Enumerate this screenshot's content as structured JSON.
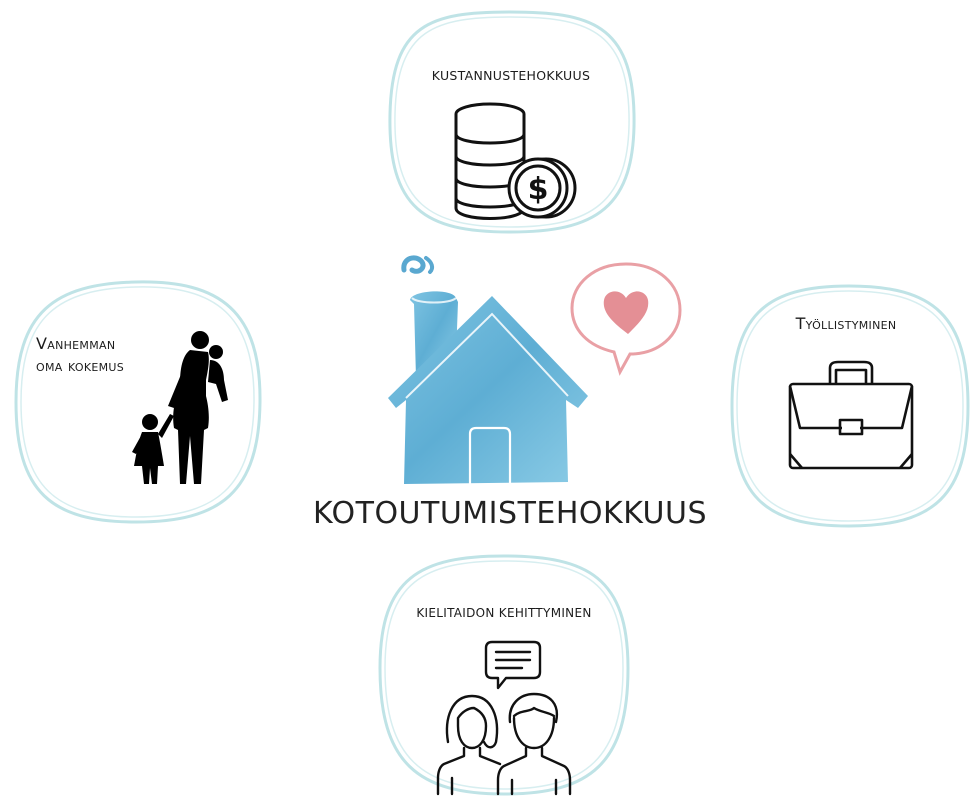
{
  "diagram": {
    "center_title": "KOTOUTUMISTEHOKKUUS",
    "nodes": {
      "top": {
        "label": "KUSTANNUSTEHOKKUUS",
        "icon": "coins-dollar-icon"
      },
      "left": {
        "label_line1": "Vanhemman",
        "label_line2": "oma kokemus",
        "icon": "parent-children-silhouette-icon"
      },
      "right": {
        "label": "Työllistyminen",
        "icon": "briefcase-icon"
      },
      "bottom": {
        "label": "KIELITAIDON KEHITTYMINEN",
        "icon": "people-speech-icon"
      }
    },
    "center_icons": [
      "house-icon",
      "heart-speech-bubble-icon"
    ],
    "colors": {
      "bubble_outline": "#bfe3e6",
      "house_fill": "#6fb6d8",
      "heart": "#e48f95",
      "text": "#1c1c1c"
    }
  }
}
